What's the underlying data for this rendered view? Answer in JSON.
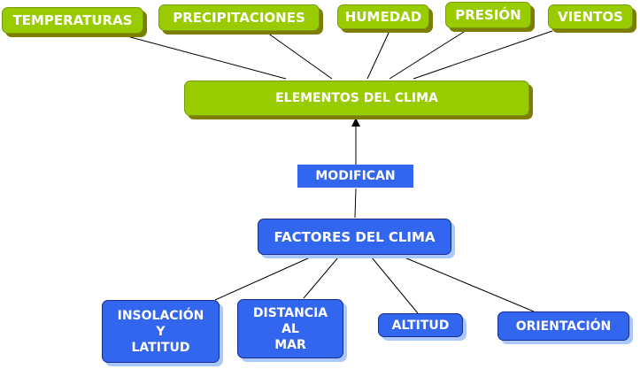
{
  "elements": [
    "TEMPERATURAS",
    "PRECIPITACIONES",
    "HUMEDAD",
    "PRESIÓN",
    "VIENTOS"
  ],
  "center_top": "ELEMENTOS DEL CLIMA",
  "link_label": "MODIFICAN",
  "center_bottom": "FACTORES DEL CLIMA",
  "factors": [
    [
      "INSOLACIÓN",
      "Y",
      "LATITUD"
    ],
    [
      "DISTANCIA",
      "AL",
      "MAR"
    ],
    [
      "ALTITUD"
    ],
    [
      "ORIENTACIÓN"
    ]
  ],
  "colors": {
    "green": "#99cc00",
    "blue": "#3366ee"
  }
}
